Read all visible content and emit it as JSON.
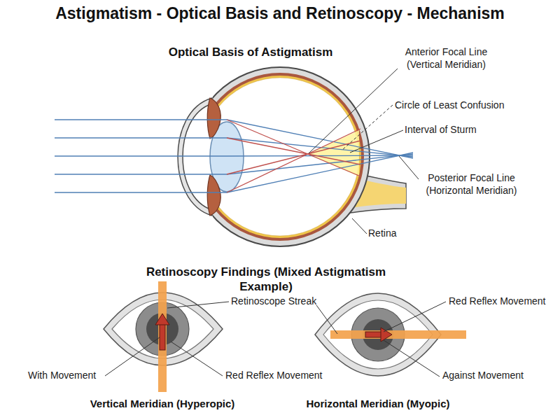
{
  "diagram": {
    "title": "Astigmatism - Optical Basis and Retinoscopy - Mechanism",
    "labels": [
      "Optical Basis of Astigmatism",
      "Anterior Focal Line (Vertical Meridian)",
      "Circle of Least Confusion",
      "Interval of Sturm",
      "Posterior Focal Line (Horizontal Meridian)",
      "Retina",
      "Retinoscopy Findings (Mixed Astigmatism Example)",
      "Retinoscope Streak",
      "Red Reflex Movement",
      "With Movement",
      "Red Reflex Movement",
      "Against Movement",
      "Vertical Meridian (Hyperopic)",
      "Horizontal Meridian (Myopic)"
    ]
  }
}
